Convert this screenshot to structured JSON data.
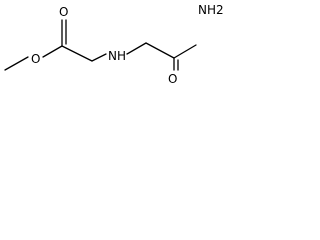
{
  "structure": {
    "atoms": {
      "carbonyl_oxygen_ester": "O",
      "ester_oxygen": "O",
      "amine_nitrogen": "NH",
      "amide_nitrogen": "NH2",
      "amide_oxygen": "O"
    }
  },
  "colors": {
    "bond": "#000000",
    "label": "#000000",
    "background": "#ffffff"
  }
}
